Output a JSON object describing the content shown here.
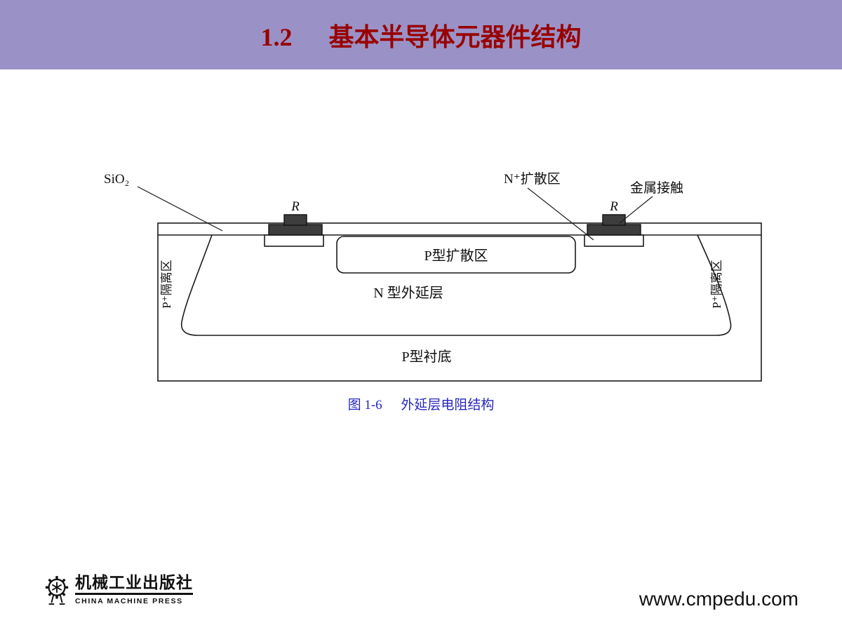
{
  "header": {
    "number": "1.2",
    "title": "基本半导体元器件结构",
    "bg_color": "#9a92c6",
    "text_color": "#990000"
  },
  "diagram": {
    "labels": {
      "sio2": "SiO₂",
      "n_plus_region": "N⁺扩散区",
      "metal_contact": "金属接触",
      "resistor_left": "R",
      "resistor_right": "R",
      "p_diffusion": "P型扩散区",
      "n_epitaxial": "N 型外延层",
      "p_substrate": "P型衬底",
      "p_iso_left": "P⁺隔离区",
      "p_iso_right": "P⁺隔离区"
    },
    "colors": {
      "line": "#1a1a1a",
      "metal_fill": "#3d3d3d"
    }
  },
  "caption": {
    "label": "图 1-6",
    "text": "外延层电阻结构",
    "color": "#2626bd"
  },
  "footer": {
    "publisher_cn": "机械工业出版社",
    "publisher_en": "CHINA MACHINE PRESS",
    "url": "www.cmpedu.com"
  }
}
